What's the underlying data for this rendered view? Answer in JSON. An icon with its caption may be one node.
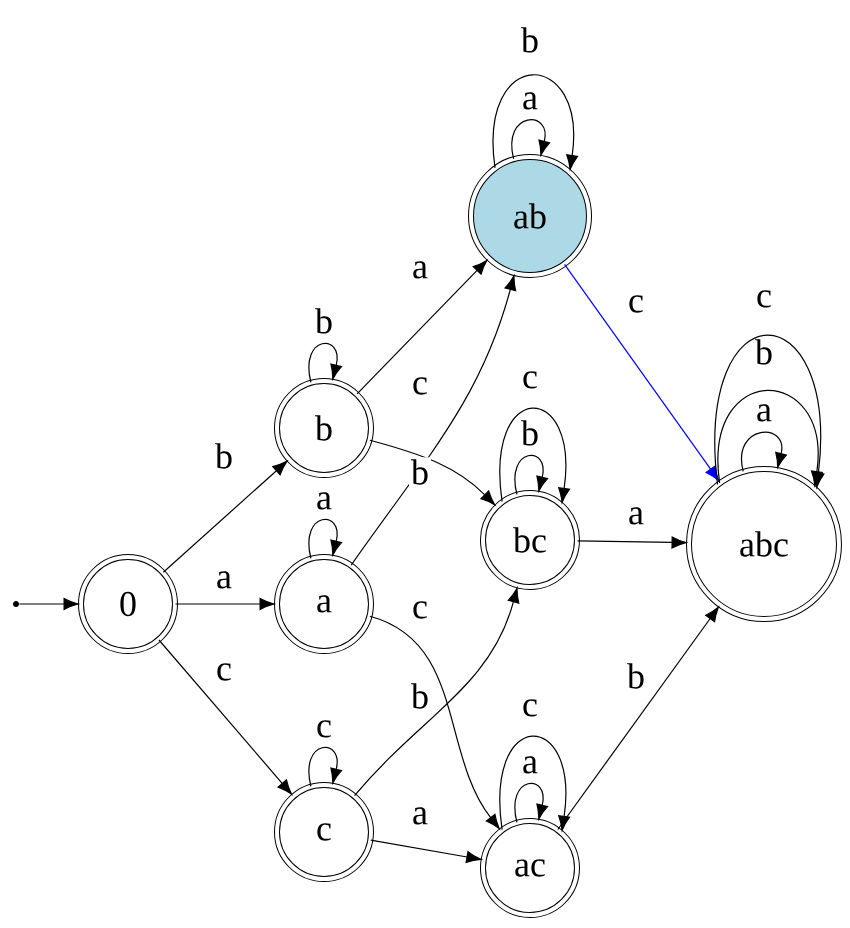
{
  "diagram": {
    "nodes": [
      {
        "text": [],
        "shape": "circle"
      },
      {
        "text": [
          "0"
        ]
      },
      {
        "text": [
          "b"
        ]
      },
      {
        "text": [
          "a"
        ]
      },
      {
        "text": [
          "c"
        ]
      },
      {
        "text": [
          "ab"
        ]
      },
      {
        "text": [
          "bc"
        ]
      },
      {
        "text": [
          "ac"
        ]
      },
      {
        "text": [
          "abc"
        ]
      }
    ],
    "edges": [
      {
        "from": 0,
        "to": 1,
        "arrow": "to"
      },
      {
        "from": 1,
        "to": 2,
        "arrow": "to",
        "label": "b"
      },
      {
        "from": 1,
        "to": 3,
        "arrow": "to",
        "label": "a"
      },
      {
        "from": 1,
        "to": 4,
        "arrow": "to",
        "label": "c"
      },
      {
        "from": 2,
        "to": 2,
        "arrow": "to",
        "label": "b"
      },
      {
        "from": 2,
        "to": 5,
        "arrow": "to",
        "label": "a"
      },
      {
        "from": 2,
        "to": 6,
        "arrow": "to",
        "label": "c"
      },
      {
        "from": 3,
        "to": 3,
        "arrow": "to",
        "label": "a"
      },
      {
        "from": 3,
        "to": 5,
        "arrow": "to",
        "label": "b"
      },
      {
        "from": 3,
        "to": 7,
        "arrow": "to",
        "label": "c"
      },
      {
        "from": 4,
        "to": 4,
        "arrow": "to",
        "label": "c"
      },
      {
        "from": 4,
        "to": 6,
        "arrow": "to",
        "label": "b"
      },
      {
        "from": 4,
        "to": 7,
        "arrow": "to",
        "label": "a"
      },
      {
        "from": 5,
        "to": 5,
        "arrow": "to",
        "label": "a"
      },
      {
        "from": 5,
        "to": 5,
        "arrow": "to",
        "label": "b"
      },
      {
        "from": 5,
        "to": 8,
        "arrow": "to",
        "label": "c",
        "color": "#0000ff"
      },
      {
        "from": 6,
        "to": 6,
        "arrow": "to",
        "label": "b"
      },
      {
        "from": 6,
        "to": 6,
        "arrow": "to",
        "label": "c"
      },
      {
        "from": 6,
        "to": 8,
        "arrow": "to",
        "label": "a"
      },
      {
        "from": 7,
        "to": 7,
        "arrow": "to",
        "label": "a"
      },
      {
        "from": 7,
        "to": 7,
        "arrow": "to",
        "label": "c"
      },
      {
        "from": 7,
        "to": 8,
        "arrow": "to",
        "label": "b"
      },
      {
        "from": 8,
        "to": 8,
        "arrow": "to",
        "label": "a"
      },
      {
        "from": 8,
        "to": 8,
        "arrow": "to",
        "label": "b"
      },
      {
        "from": 8,
        "to": 8,
        "arrow": "to",
        "label": "c"
      }
    ]
  }
}
